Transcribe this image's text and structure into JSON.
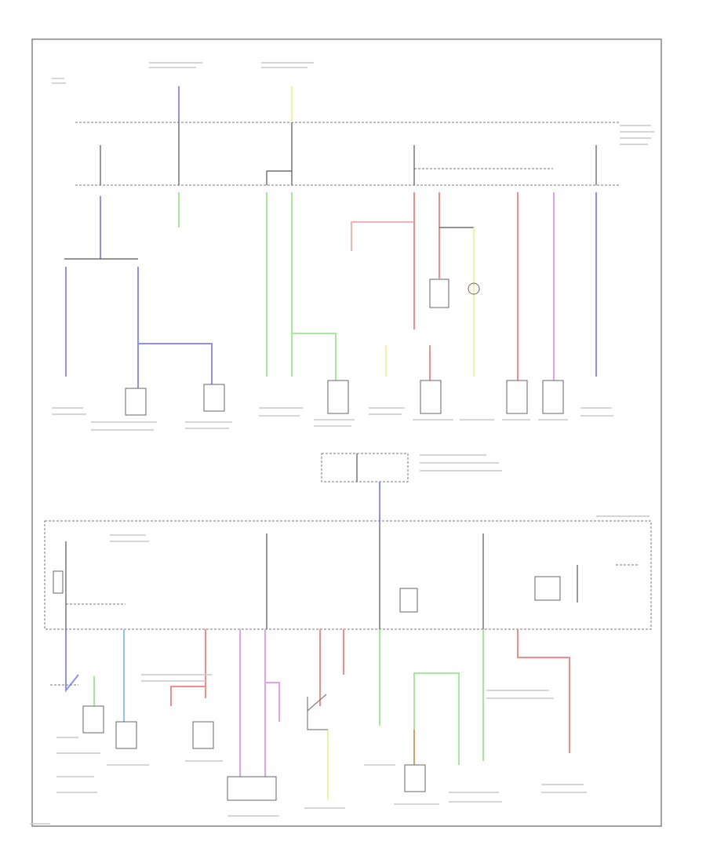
{
  "diagram": {
    "corner_code": "",
    "wire_colors": {
      "blue": "#8f8ff5",
      "green": "#a6e89c",
      "yellow": "#f2f2a0",
      "red": "#f58c8c",
      "pink": "#f5b3b3",
      "violet": "#e6a0f0",
      "orange": "#d9a066",
      "cyan": "#8cc7e6",
      "wire_black": "#555555"
    },
    "components": [
      "upper-fuse-block",
      "lower-fuse-block",
      "relay-box-center",
      "load-box-1",
      "load-box-2",
      "load-box-3",
      "load-box-4",
      "load-box-5",
      "load-box-6",
      "load-box-7",
      "load-box-8",
      "load-box-9",
      "load-box-10",
      "load-box-11",
      "load-box-12"
    ]
  }
}
